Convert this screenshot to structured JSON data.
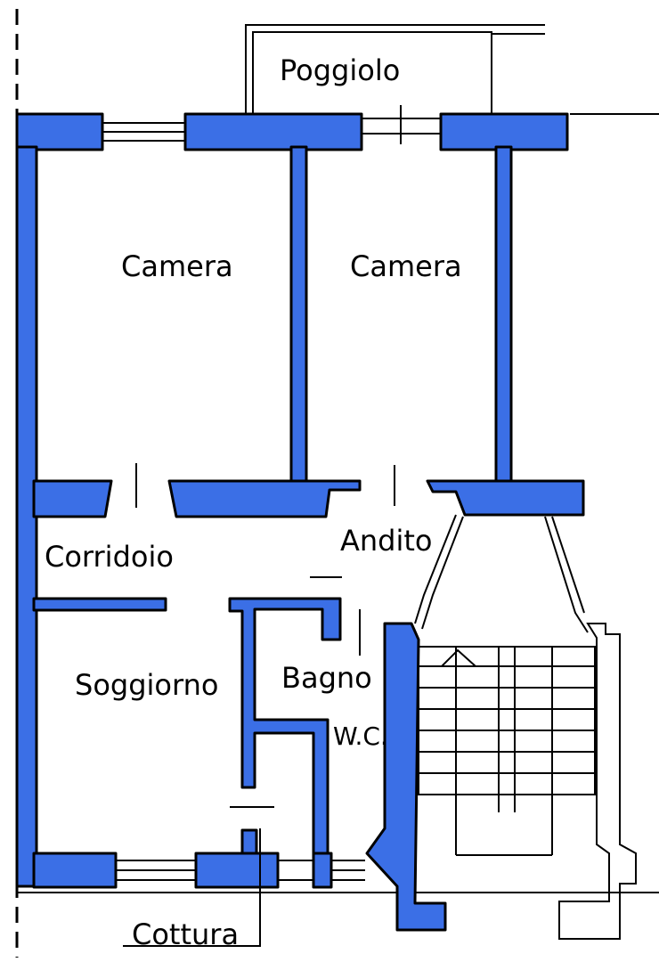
{
  "colors": {
    "wall_fill": "#3b6fe6",
    "line": "#000000",
    "background": "#ffffff"
  },
  "rooms": {
    "balcony": "Poggiolo",
    "bedroom_left": "Camera",
    "bedroom_right": "Camera",
    "corridor": "Corridoio",
    "hallway": "Andito",
    "living_room": "Soggiorno",
    "bathroom": "Bagno",
    "wc": "W.C.",
    "kitchen": "Cottura"
  }
}
